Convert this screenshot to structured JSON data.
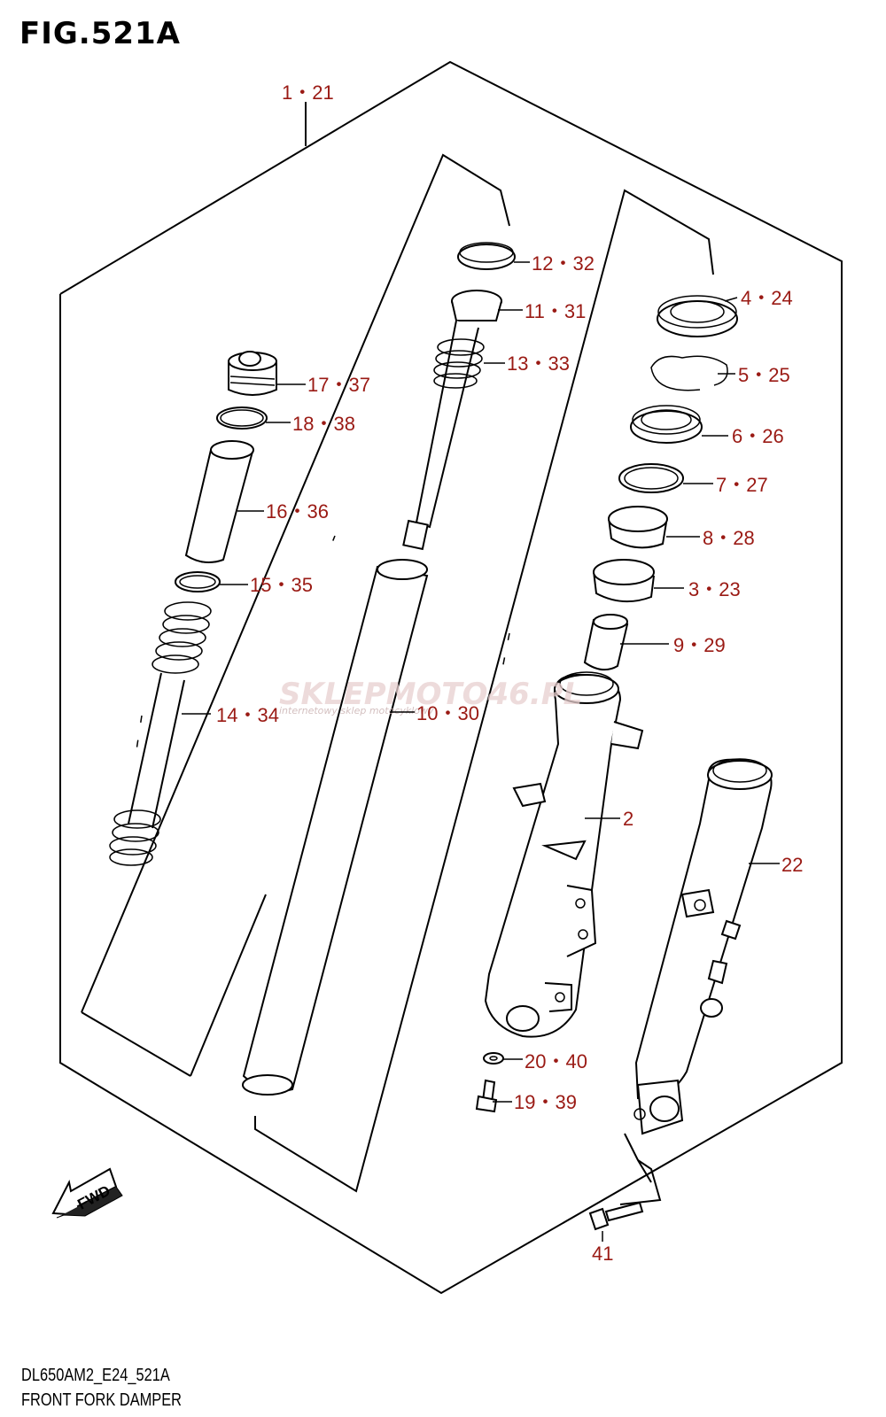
{
  "figure": {
    "title": "FIG.521A"
  },
  "footer": {
    "code": "DL650AM2_E24_521A",
    "name": "FRONT FORK DAMPER"
  },
  "watermark": {
    "text": "SKLEPMOTO46.PL",
    "subtext": "internetowy sklep motocyklowy"
  },
  "fwd": {
    "label": "FWD"
  },
  "callouts": {
    "c1": "1・21",
    "c2": "12・32",
    "c3": "11・31",
    "c4": "13・33",
    "c5": "17・37",
    "c6": "18・38",
    "c7": "16・36",
    "c8": "15・35",
    "c9": "14・34",
    "c10": "10・30",
    "c11": "4・24",
    "c12": "5・25",
    "c13": "6・26",
    "c14": "7・27",
    "c15": "8・28",
    "c16": "3・23",
    "c17": "9・29",
    "c18": "2",
    "c19": "22",
    "c20": "20・40",
    "c21": "19・39",
    "c22": "41"
  },
  "colors": {
    "label": "#9a1a14",
    "line": "#000000",
    "watermark": "#e8cfcf"
  }
}
